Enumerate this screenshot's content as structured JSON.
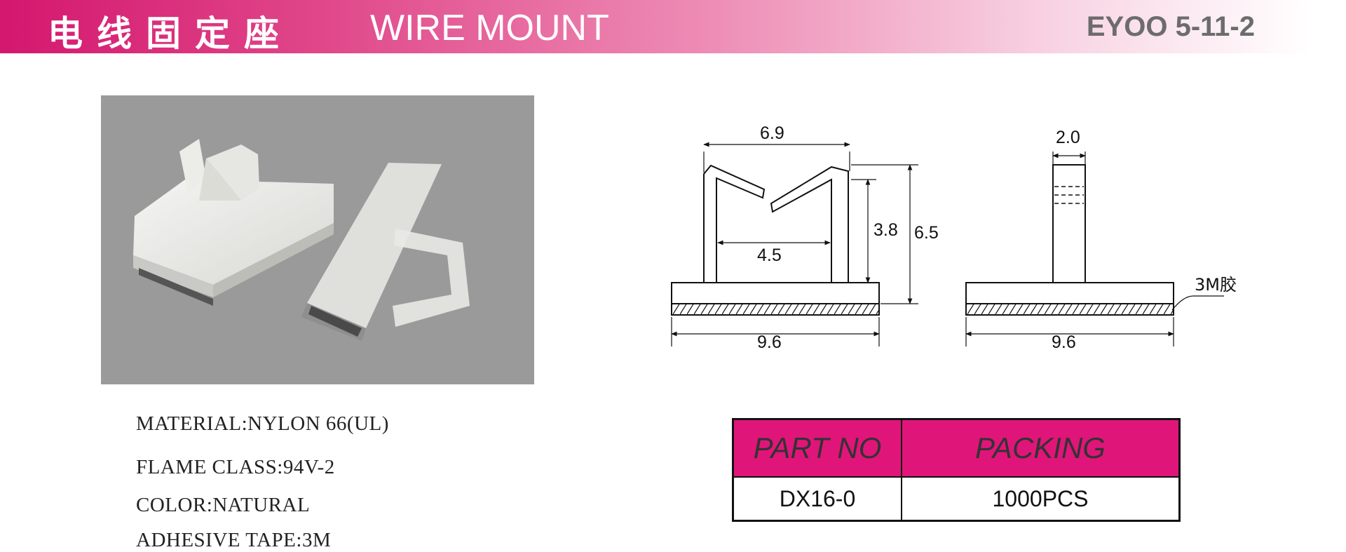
{
  "header": {
    "title_cn": "电线固定座",
    "title_en": "WIRE MOUNT",
    "model_code": "EYOO 5-11-2",
    "gradient_start": "#d4176f"
  },
  "specs": [
    {
      "label": "MATERIAL:",
      "value": "NYLON 66(UL)"
    },
    {
      "label": "FLAME CLASS:",
      "value": "94V-2"
    },
    {
      "label": "COLOR:",
      "value": "NATURAL"
    },
    {
      "label": "ADHESIVE TAPE:",
      "value": "3M"
    }
  ],
  "drawing": {
    "front": {
      "top_width": "6.9",
      "inner_width": "4.5",
      "slot_height": "3.8",
      "total_height": "6.5",
      "base_width": "9.6"
    },
    "side": {
      "top_width": "2.0",
      "base_width": "9.6",
      "tape_note": "3M胶"
    }
  },
  "table": {
    "headers": [
      "PART NO",
      "PACKING"
    ],
    "rows": [
      [
        "DX16-0",
        "1000PCS"
      ]
    ],
    "header_color": "#e0157a"
  }
}
